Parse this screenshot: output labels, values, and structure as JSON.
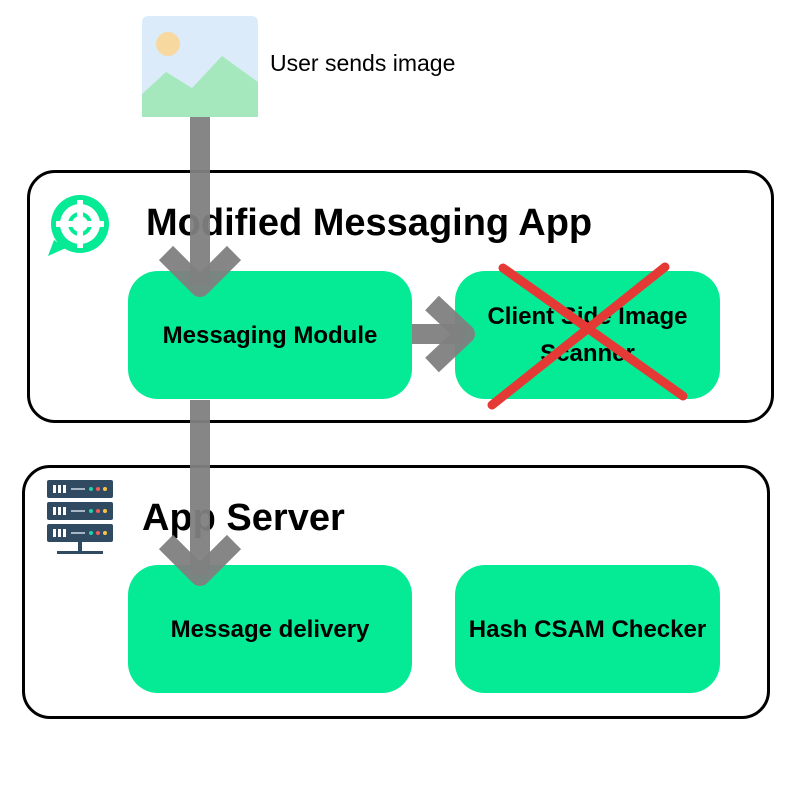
{
  "caption": {
    "text": "User sends image"
  },
  "panels": {
    "app": {
      "title": "Modified Messaging App"
    },
    "server": {
      "title": "App Server"
    }
  },
  "nodes": {
    "messaging_module": {
      "label": "Messaging Module"
    },
    "scanner": {
      "label": "Client Side Image Scanner",
      "disabled": true
    },
    "message_delivery": {
      "label": "Message delivery"
    },
    "hash_checker": {
      "label": "Hash CSAM Checker"
    }
  },
  "icons": {
    "user_image": "image-icon",
    "app_logo": "messaging-app-icon",
    "server": "server-rack-icon",
    "disabled_mark": "red-x-icon"
  },
  "colors": {
    "node_fill": "#05EB95",
    "arrow": "#7F7F7F",
    "cross": "#E53935",
    "panel_border": "#000000"
  }
}
